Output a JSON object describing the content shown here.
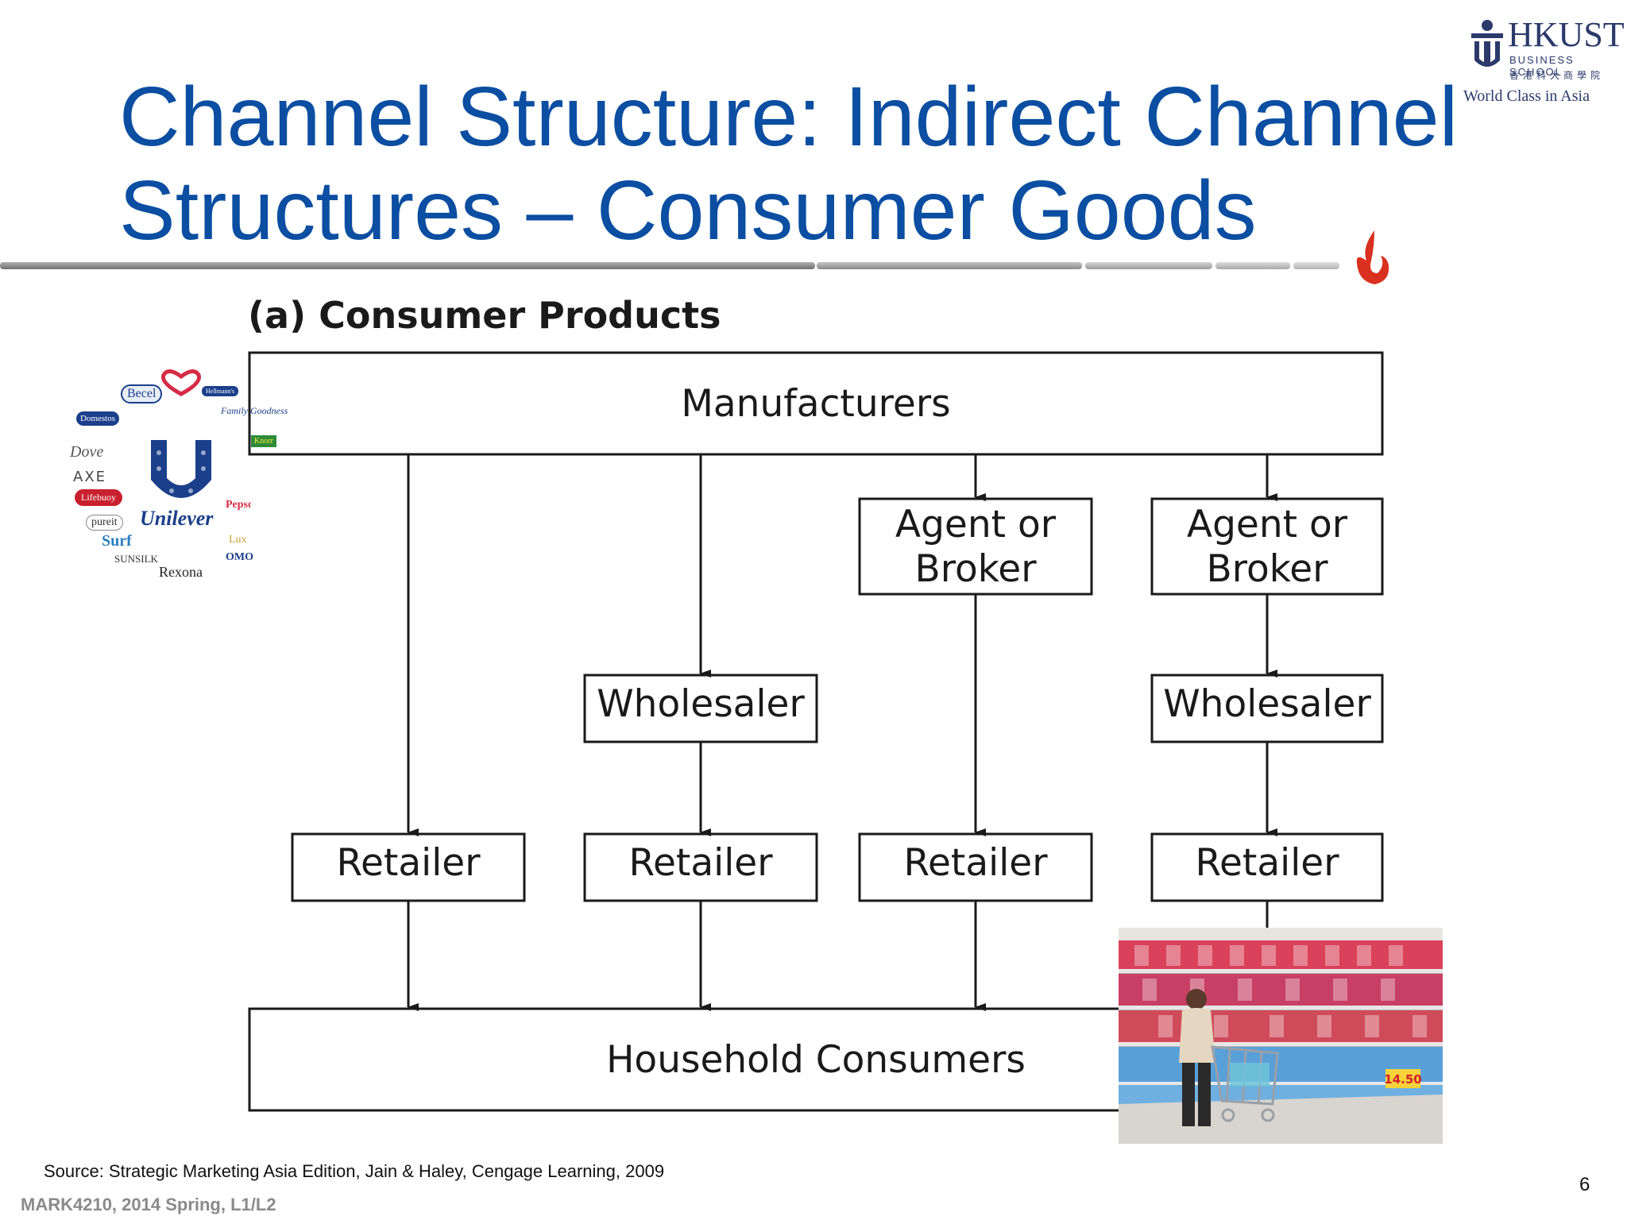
{
  "slide": {
    "title_lines": [
      "Channel Structure: Indirect Channel",
      "Structures – Consumer Goods"
    ],
    "logo": {
      "name": "HKUST",
      "school": "BUSINESS SCHOOL",
      "chinese": "香港科大商學院",
      "tagline": "World Class in Asia"
    },
    "section_title": "(a) Consumer Products",
    "diagram": {
      "top": "Manufacturers",
      "agent_1": [
        "Agent or",
        "Broker"
      ],
      "agent_2": [
        "Agent or",
        "Broker"
      ],
      "wholesaler_1": "Wholesaler",
      "wholesaler_2": "Wholesaler",
      "retailers": [
        "Retailer",
        "Retailer",
        "Retailer",
        "Retailer"
      ],
      "bottom": "Household Consumers"
    },
    "brands": {
      "center": "Unilever",
      "items": [
        "Becel",
        "Hellmann's",
        "Family Goodness",
        "Knorr",
        "Domestos",
        "Dove",
        "AXE",
        "Lifebuoy",
        "pureit",
        "Surf",
        "SUNSILK",
        "Rexona",
        "OMO",
        "Lux",
        "Pepsodent"
      ]
    },
    "photo_price": "14.50",
    "source": "Source: Strategic Marketing Asia Edition, Jain & Haley, Cengage Learning, 2009",
    "footer": "MARK4210, 2014 Spring, L1/L2",
    "page_number": "6"
  },
  "colors": {
    "title_blue": "#0b4ea2",
    "logo_navy": "#2b3a6b",
    "flame_red": "#d9301f",
    "rule_gray": "#8f8f8f"
  }
}
